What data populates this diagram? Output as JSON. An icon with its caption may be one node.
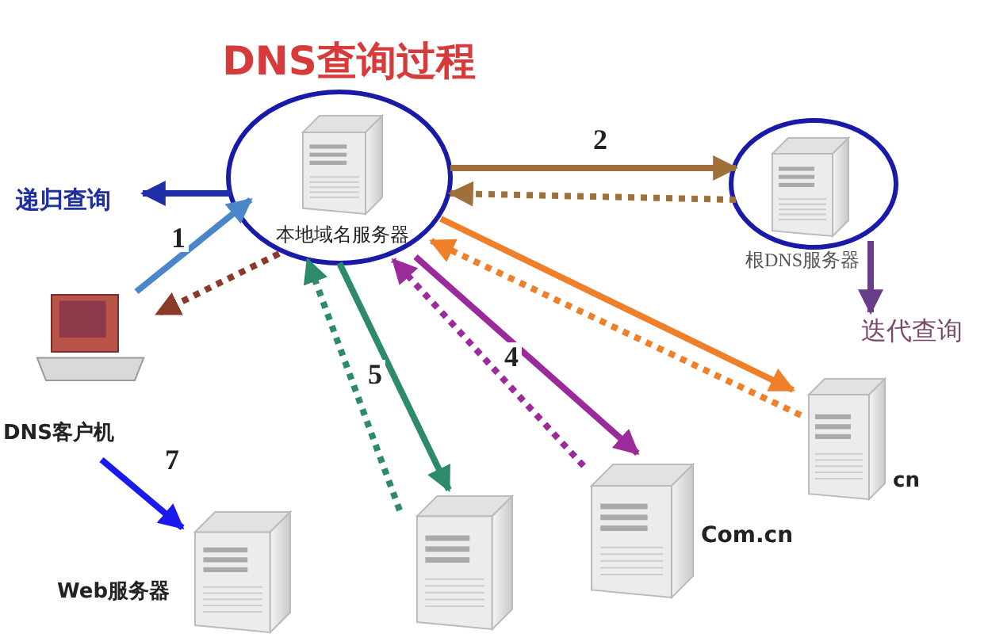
{
  "diagram": {
    "title": "DNS查询过程",
    "nodes": [
      {
        "text": [
          "递归查询"
        ]
      },
      {
        "text": [
          "本地域名服务器"
        ]
      },
      {
        "text": [
          "根DNS服务器"
        ]
      },
      {
        "text": [
          "迭代查询"
        ]
      },
      {
        "text": [
          "DNS客户机"
        ]
      },
      {
        "text": [
          "cn"
        ]
      },
      {
        "text": [
          "Web服务器"
        ]
      },
      {
        "text": [],
        "shape": "picture"
      },
      {
        "text": [
          "Com.cn"
        ]
      }
    ],
    "edges": [
      {
        "from": 1,
        "to": 0,
        "arrow": "to",
        "color": "#1f2fa8"
      },
      {
        "from": 4,
        "to": 1,
        "arrow": "to",
        "label": "1",
        "color": "#4a86c8"
      },
      {
        "from": 1,
        "to": 4,
        "arrow": "to",
        "style": "dashed",
        "color": "#8b3a2a"
      },
      {
        "from": 1,
        "to": 2,
        "arrow": "to",
        "label": "2",
        "color": "#a0703a"
      },
      {
        "from": 2,
        "to": 1,
        "arrow": "to",
        "style": "dashed",
        "color": "#a0703a"
      },
      {
        "from": 1,
        "to": 5,
        "arrow": "to",
        "color": "#f07f2a"
      },
      {
        "from": 5,
        "to": 1,
        "arrow": "to",
        "style": "dashed",
        "color": "#f07f2a"
      },
      {
        "from": 1,
        "to": 8,
        "arrow": "to",
        "label": "4",
        "color": "#9b2a9b"
      },
      {
        "from": 8,
        "to": 1,
        "arrow": "to",
        "style": "dashed",
        "color": "#9b2a9b"
      },
      {
        "from": 1,
        "to": 7,
        "arrow": "to",
        "label": "5",
        "color": "#2e8b6a"
      },
      {
        "from": 7,
        "to": 1,
        "arrow": "to",
        "style": "dashed",
        "color": "#2e8b6a"
      },
      {
        "from": 4,
        "to": 6,
        "arrow": "to",
        "label": "7",
        "color": "#1a1aee"
      },
      {
        "from": 2,
        "to": 3,
        "arrow": "to",
        "color": "#6a3d8a"
      }
    ]
  }
}
